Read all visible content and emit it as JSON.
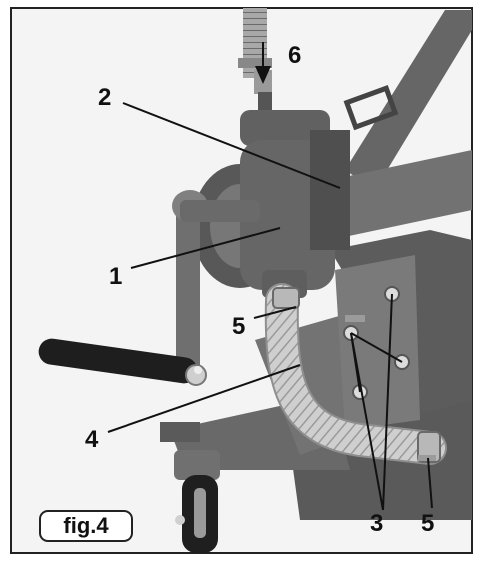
{
  "figure": {
    "label": "fig.4",
    "callouts": {
      "one": "1",
      "two": "2",
      "three": "3",
      "four": "4",
      "five_upper": "5",
      "five_lower": "5",
      "six": "6"
    }
  },
  "colors": {
    "page_border": "#222222",
    "background_photo": "#f4f4f4",
    "equipment_grey": "#5f5f5f",
    "frame_grey": "#6b6b6b",
    "hose_grey": "#c9c9c9",
    "handle_dark": "#1e1e1e",
    "leader_line": "#111111"
  }
}
